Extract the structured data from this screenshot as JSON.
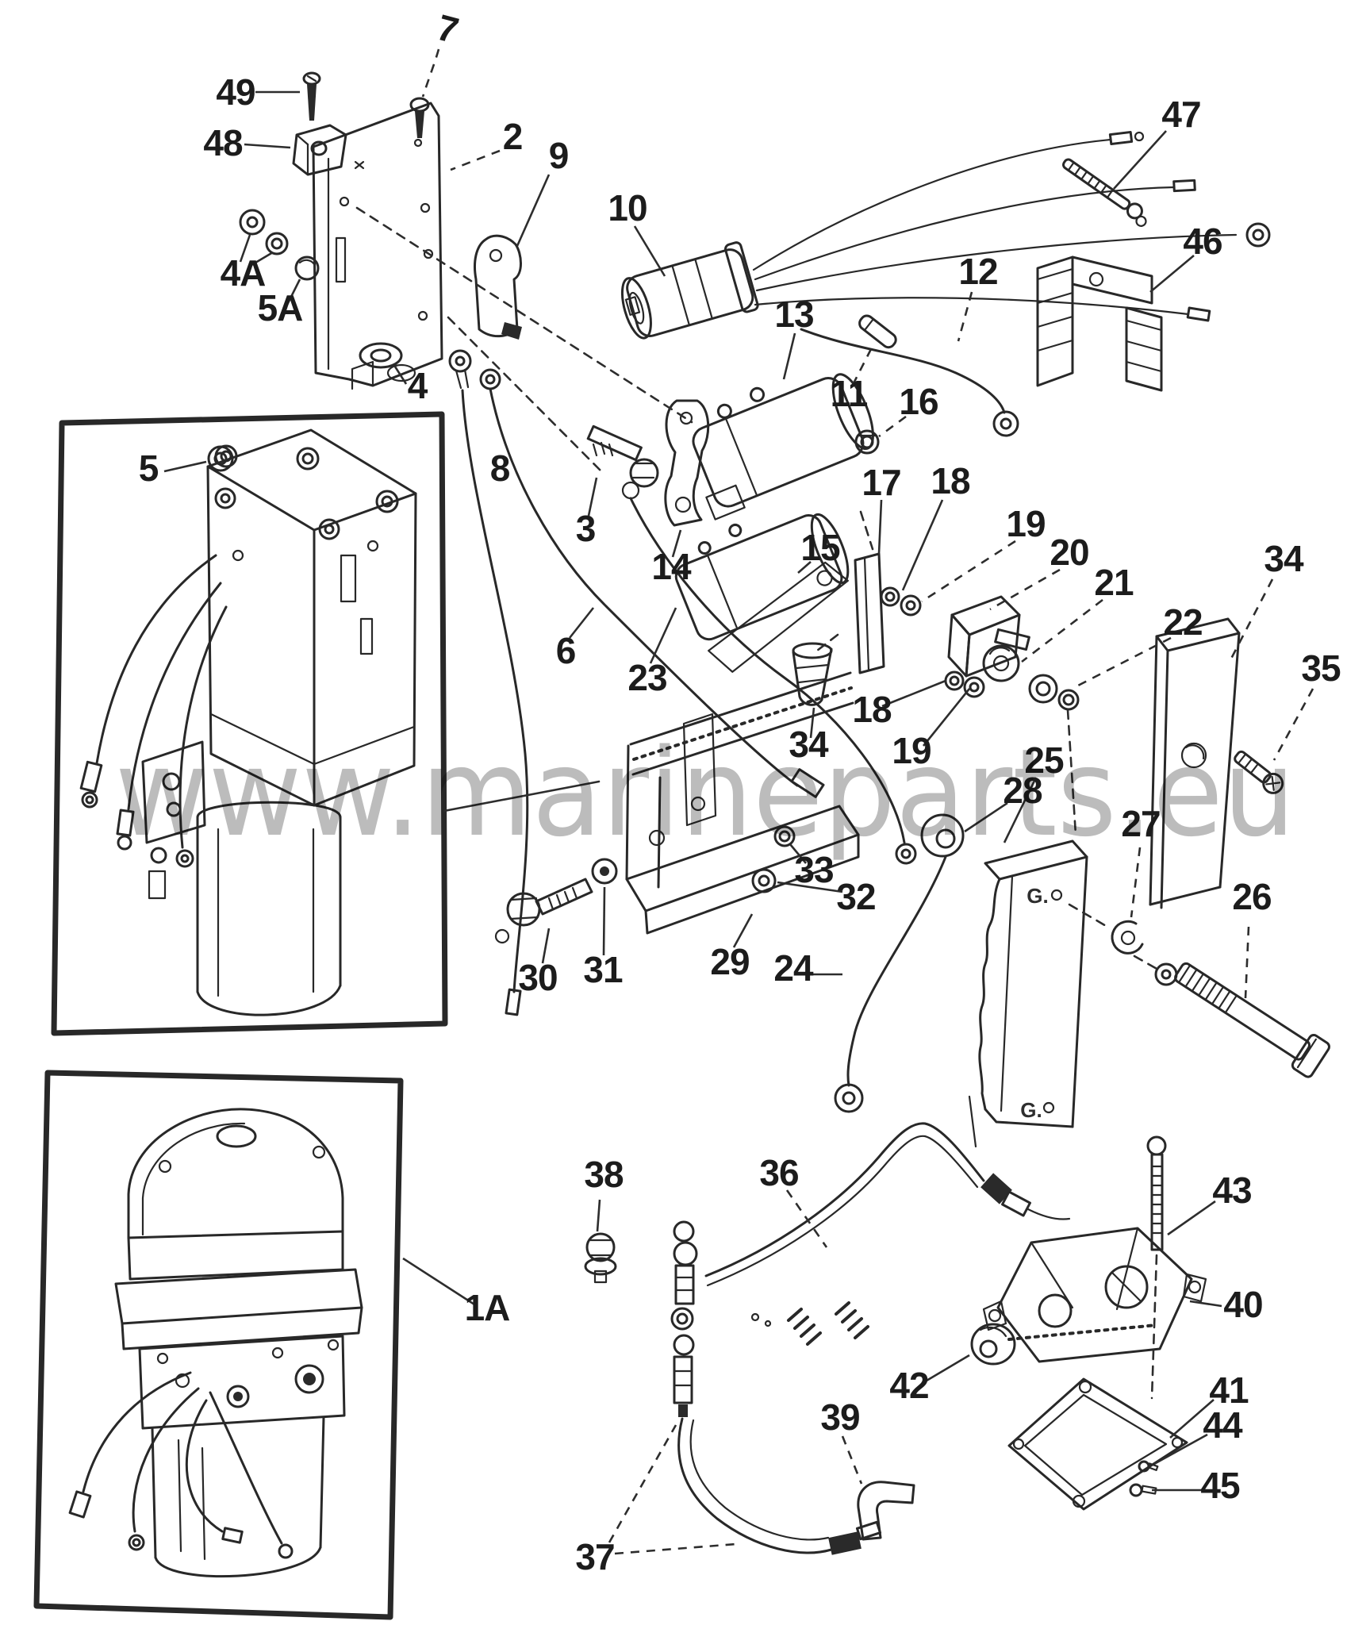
{
  "watermark": {
    "text": "www.marineparts.eu",
    "color": "#b7b7b7"
  },
  "ink_color": "#282828",
  "plate25": {
    "marking": "G."
  },
  "callouts": {
    "1a": "1A",
    "2": "2",
    "3": "3",
    "4": "4",
    "4a": "4A",
    "5": "5",
    "5a": "5A",
    "6": "6",
    "7": "7",
    "8": "8",
    "9": "9",
    "10": "10",
    "11": "11",
    "12": "12",
    "13": "13",
    "14": "14",
    "15": "15",
    "16": "16",
    "17": "17",
    "18": "18",
    "19": "19",
    "20": "20",
    "21": "21",
    "22": "22",
    "23": "23",
    "24": "24",
    "25": "25",
    "26": "26",
    "27": "27",
    "28": "28",
    "29": "29",
    "30": "30",
    "31": "31",
    "32": "32",
    "33": "33",
    "34": "34",
    "35": "35",
    "36": "36",
    "37": "37",
    "38": "38",
    "39": "39",
    "40": "40",
    "41": "41",
    "42": "42",
    "43": "43",
    "44": "44",
    "45": "45",
    "46": "46",
    "47": "47",
    "48": "48",
    "49": "49"
  }
}
